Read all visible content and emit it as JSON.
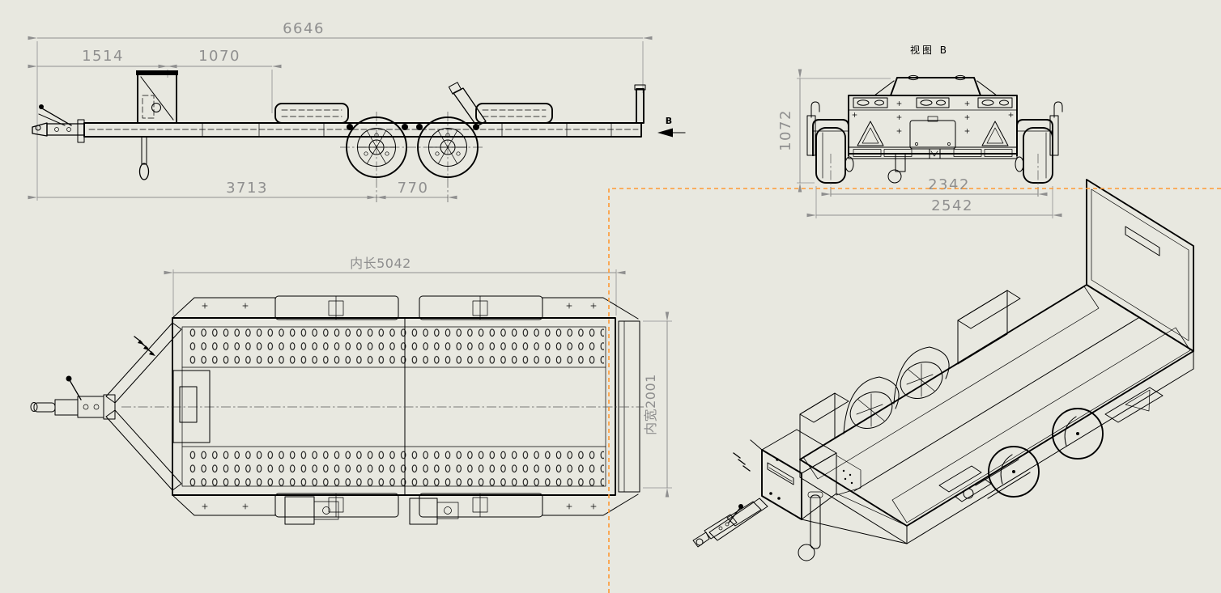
{
  "sheet": {
    "background": "#e8e8e0",
    "line_color": "#000000",
    "dimension_color": "#8f8f8f",
    "boundary_color": "#ff9933"
  },
  "side_view": {
    "dim_overall_length": "6646",
    "dim_coupler_to_panel": "1514",
    "dim_panel_to_deck": "1070",
    "dim_hitch_to_axle1": "3713",
    "dim_axle_spacing": "770",
    "view_arrow_label": "B"
  },
  "rear_view": {
    "title": "视图  B",
    "dim_height": "1072",
    "dim_track_width": "2342",
    "dim_overall_width": "2542"
  },
  "top_view": {
    "dim_inner_length": "内长5042",
    "dim_inner_width": "内宽2001"
  }
}
